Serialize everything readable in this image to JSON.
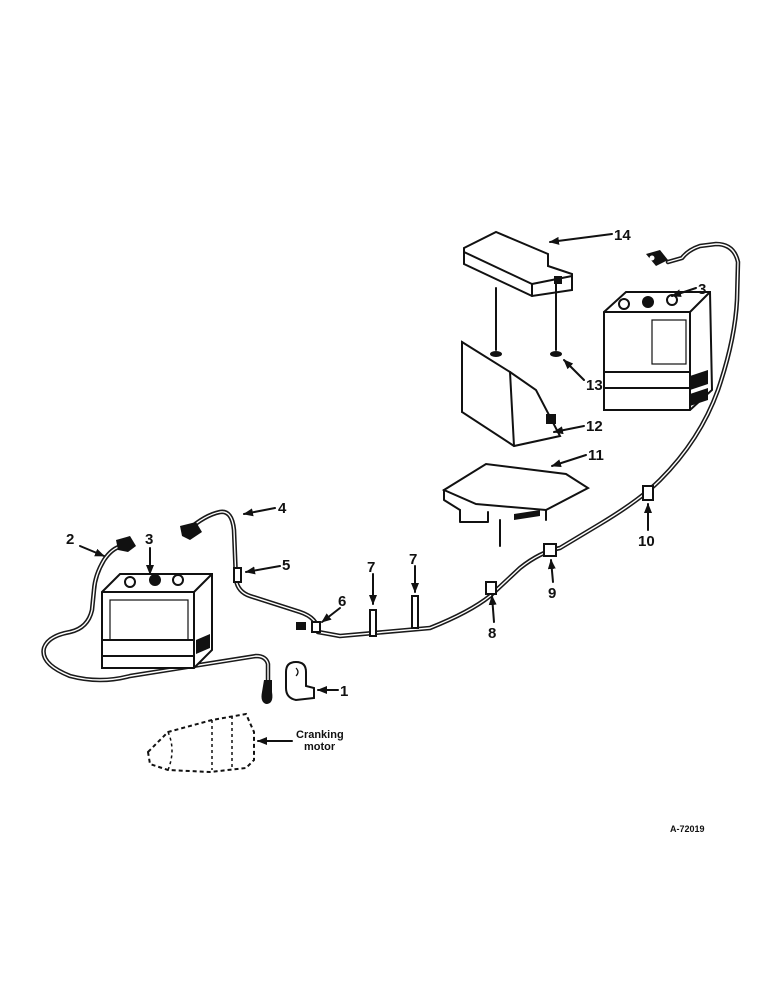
{
  "callouts": {
    "c1": "1",
    "c2": "2",
    "c3a": "3",
    "c3b": "3",
    "c4": "4",
    "c5": "5",
    "c6": "6",
    "c7a": "7",
    "c7b": "7",
    "c8": "8",
    "c9": "9",
    "c10": "10",
    "c11": "11",
    "c12": "12",
    "c13": "13",
    "c14": "14"
  },
  "cranking_motor": {
    "line1": "Cranking",
    "line2": "motor"
  },
  "drawing_number": "A-72019",
  "colors": {
    "ink": "#111111",
    "paper": "#ffffff"
  }
}
